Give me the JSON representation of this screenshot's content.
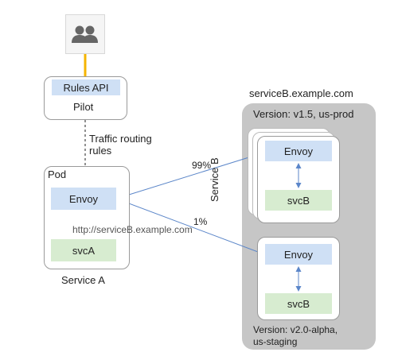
{
  "icons": {
    "users": "group-of-users-icon"
  },
  "pilot": {
    "rules_api": "Rules API",
    "name": "Pilot"
  },
  "traffic_routing": {
    "line1": "Traffic routing",
    "line2": "rules"
  },
  "pod": {
    "title": "Pod",
    "envoy": "Envoy",
    "svc": "svcA",
    "url": "http://serviceB.example.com",
    "service_label": "Service A"
  },
  "service_b": {
    "host": "serviceB.example.com",
    "vertical_label": "Service B",
    "v1": {
      "version": "Version: v1.5, us-prod",
      "envoy": "Envoy",
      "svc": "svcB"
    },
    "v2": {
      "version_line1": "Version: v2.0-alpha,",
      "version_line2": "us-staging",
      "envoy": "Envoy",
      "svc": "svcB"
    }
  },
  "routing": {
    "percent_v1": "99%",
    "percent_v2": "1%"
  },
  "colors": {
    "envoy_blue": "#cfe0f5",
    "svc_green": "#d7ecd0",
    "grey_panel": "#c6c6c6",
    "connector_orange": "#f5b400",
    "arrow_blue": "#5b86c9"
  }
}
